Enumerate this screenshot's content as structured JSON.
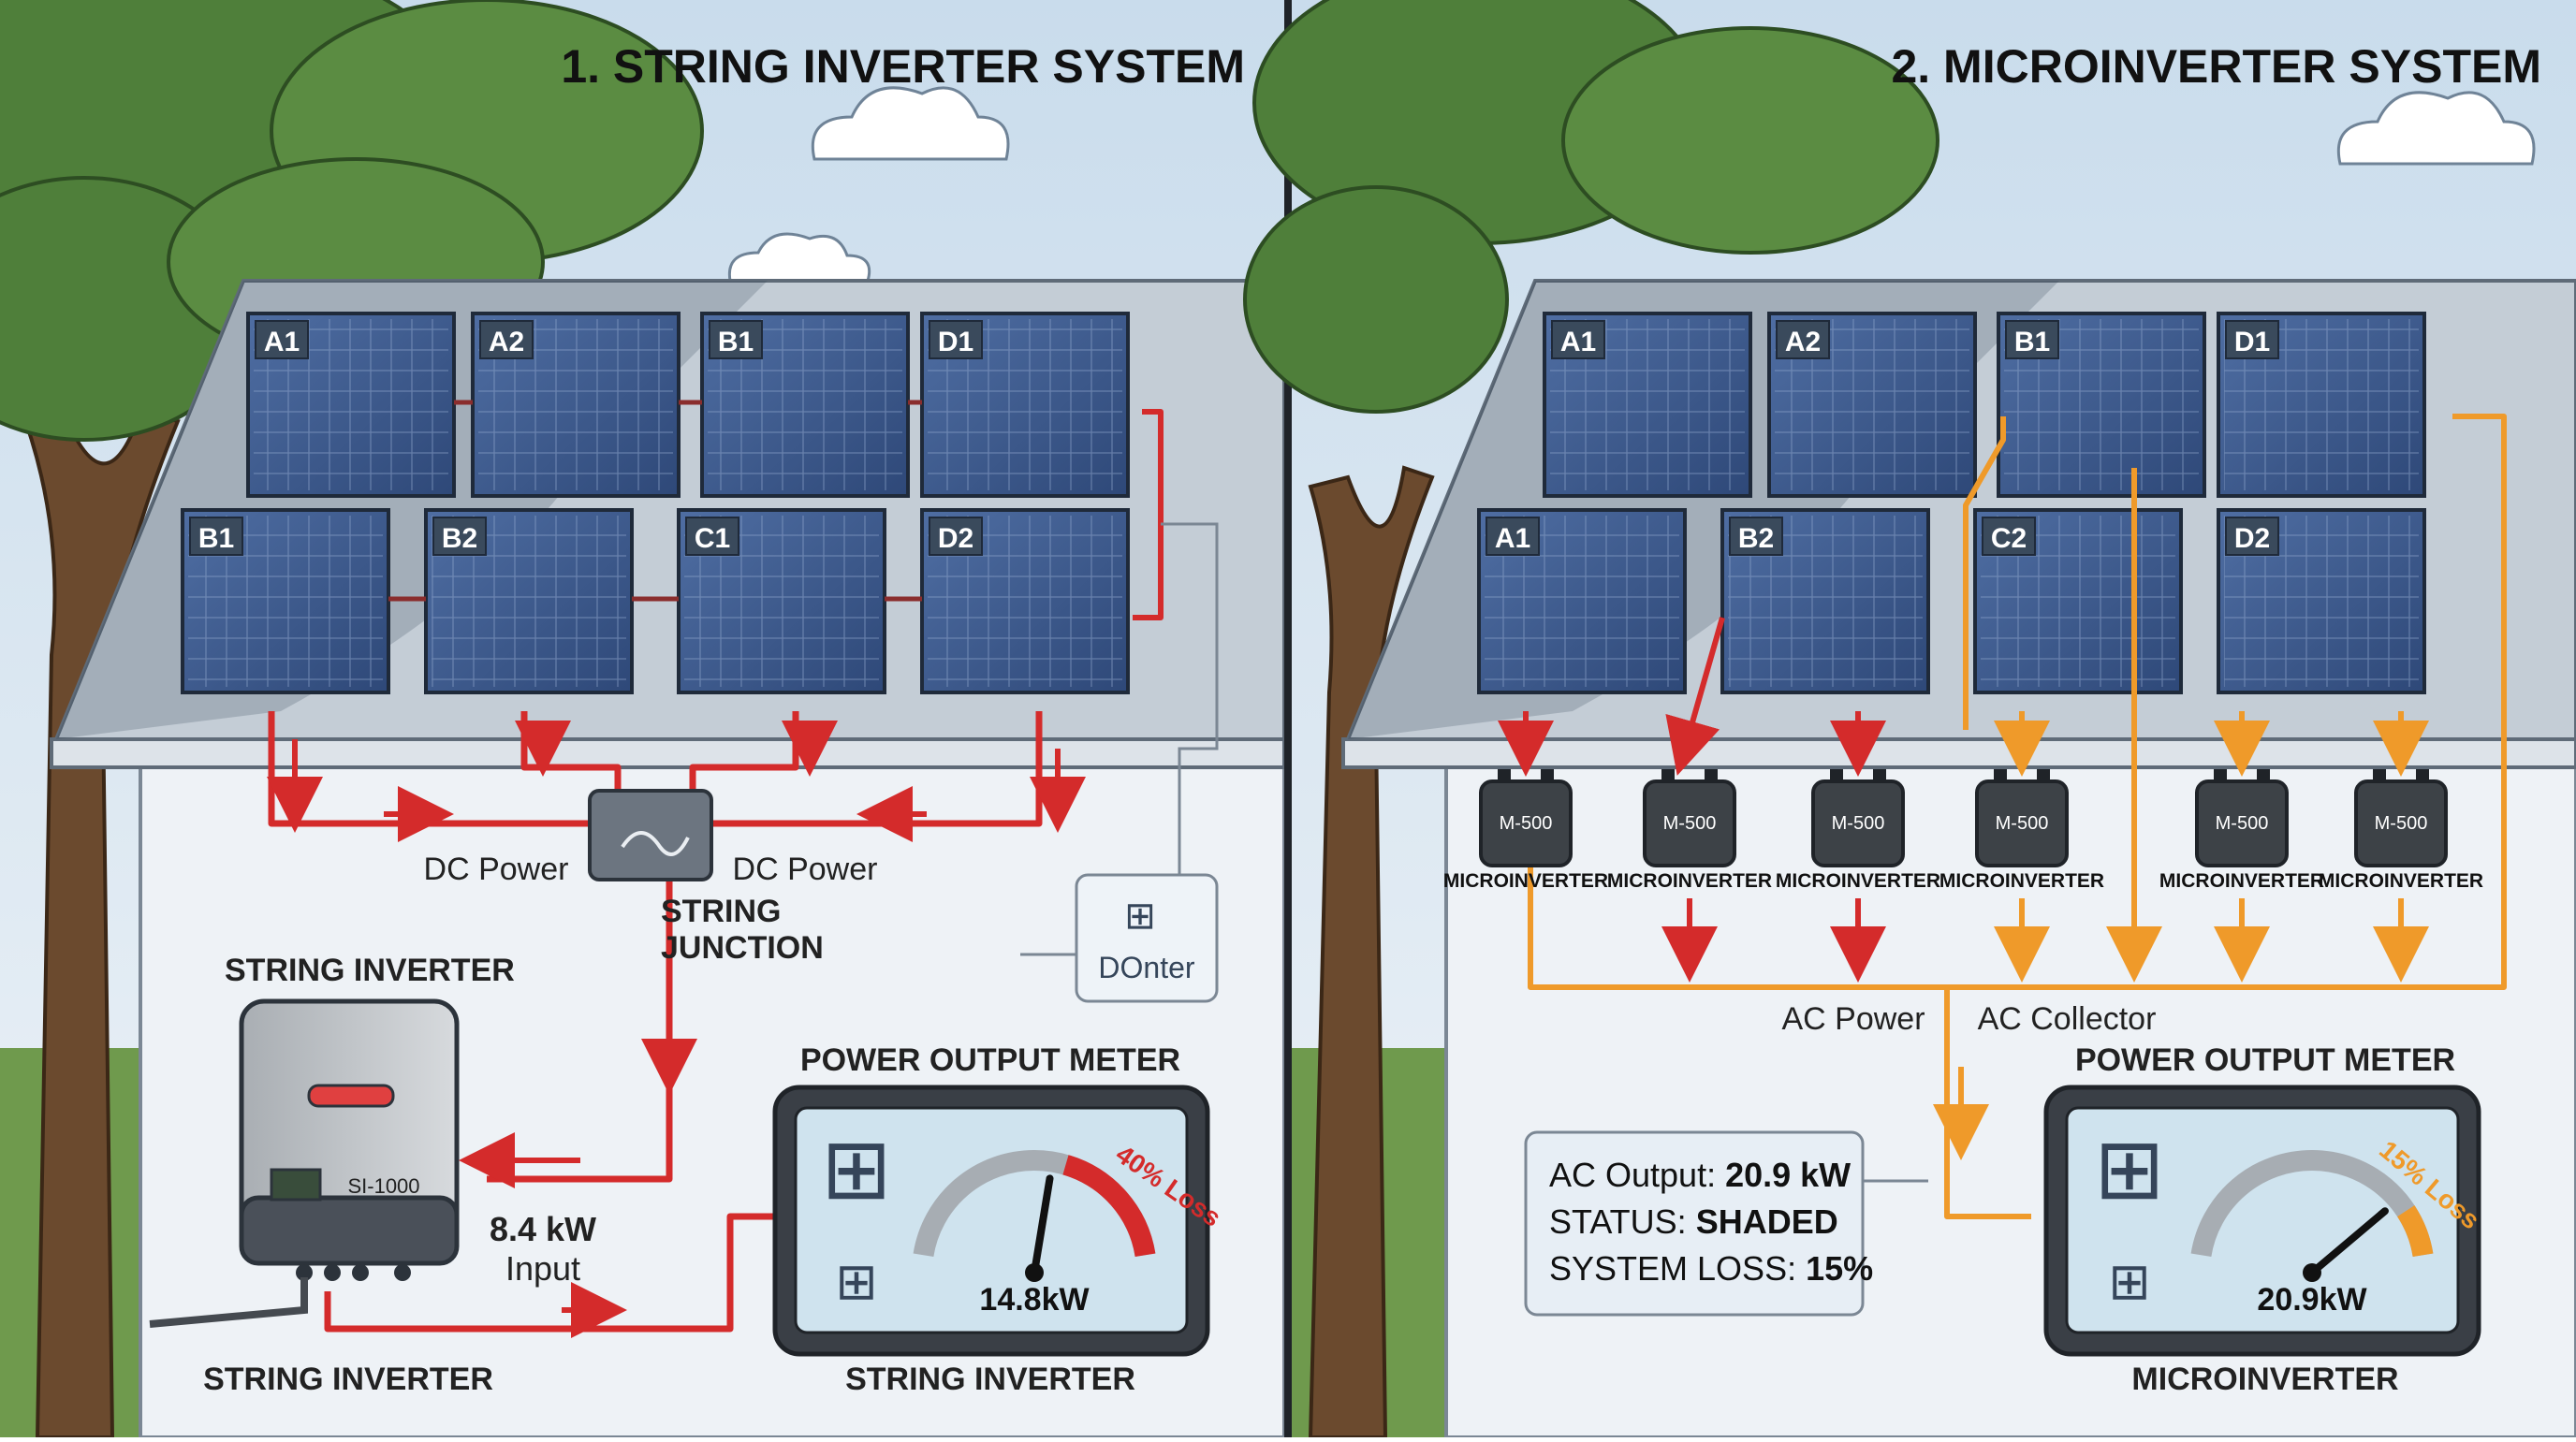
{
  "left": {
    "title": "1. STRING INVERTER SYSTEM",
    "panels": [
      "A1",
      "A2",
      "B1",
      "D1",
      "B1",
      "B2",
      "C1",
      "D2"
    ],
    "dc_power_left": "DC Power",
    "dc_power_right": "DC Power",
    "junction_label_1": "STRING",
    "junction_label_2": "JUNCTION",
    "inverter_title": "STRING INVERTER",
    "inverter_model": "SI-1000",
    "input_value": "8.4 kW",
    "input_label": "Input",
    "bottom_label_left": "STRING INVERTER",
    "meter_title": "POWER OUTPUT METER",
    "meter_value": "14.8kW",
    "meter_loss": "40% Loss",
    "meter_loss_fraction": 0.4,
    "meter_caption": "STRING INVERTER",
    "optimizer_label": "DOnter"
  },
  "right": {
    "title": "2. MICROINVERTER SYSTEM",
    "panels": [
      "A1",
      "A2",
      "B1",
      "D1",
      "A1",
      "B2",
      "C2",
      "D2"
    ],
    "micro_model": "M-500",
    "micro_label": "MICROINVERTER",
    "ac_power": "AC Power",
    "ac_collector": "AC Collector",
    "meter_title": "POWER OUTPUT METER",
    "meter_value": "20.9kW",
    "meter_loss": "15% Loss",
    "meter_loss_fraction": 0.15,
    "meter_caption": "MICROINVERTER",
    "info": {
      "line1_label": "AC Output: ",
      "line1_value": "20.9 kW",
      "line2_label": "STATUS: ",
      "line2_value": "SHADED",
      "line3_label": "SYSTEM LOSS: ",
      "line3_value": "15%"
    }
  },
  "colors": {
    "dc_wire": "#d42b2b",
    "ac_wire": "#ef9a2a",
    "sky": "#dfeaf3",
    "roof": "#c4cdd6",
    "panel": "#3c5a8a"
  }
}
